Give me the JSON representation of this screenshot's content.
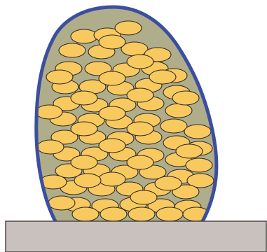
{
  "diagram": {
    "components": [
      "colony-outline",
      "matrix-fill",
      "cells",
      "substrate"
    ],
    "colors": {
      "outline": "#3b4ea0",
      "matrix": "#b0ad8a",
      "cell_fill": "#f7c95f",
      "cell_stroke": "#2f2a26",
      "substrate_fill": "#c9c1be",
      "substrate_stroke": "#4a4645",
      "background": "#ffffff"
    },
    "cell_count": 84
  }
}
